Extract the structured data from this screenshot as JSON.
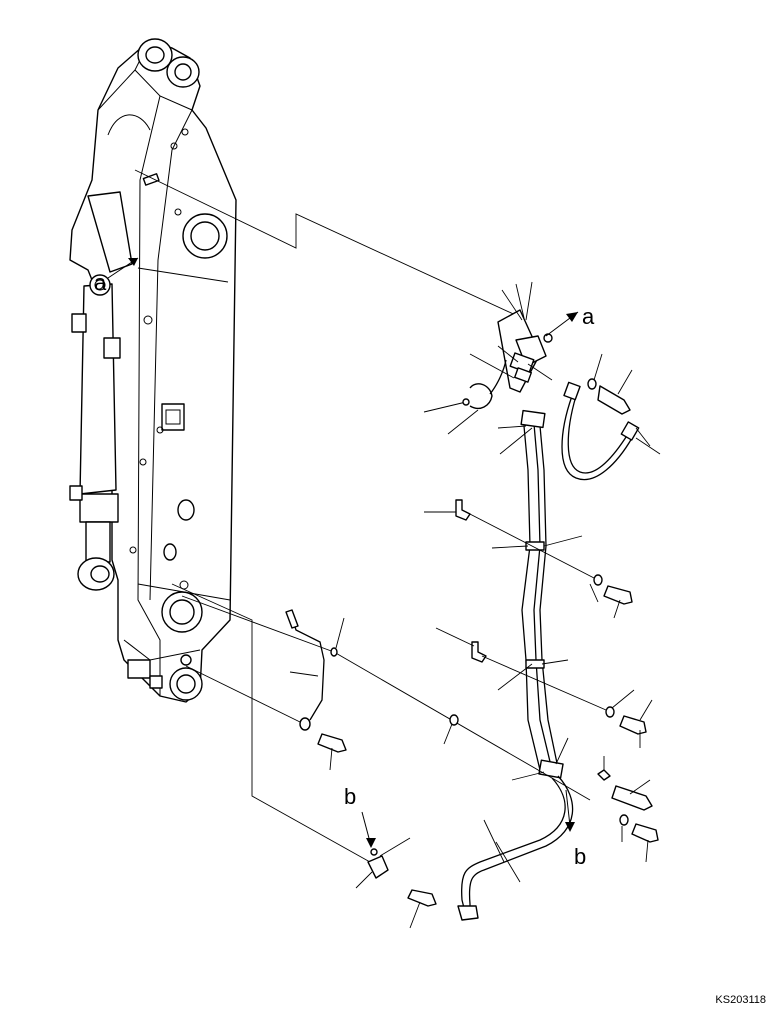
{
  "labels": {
    "a_top": "a",
    "a_bottom": "a",
    "b_top": "b",
    "b_bottom": "b"
  },
  "drawing_code": "KS203118"
}
